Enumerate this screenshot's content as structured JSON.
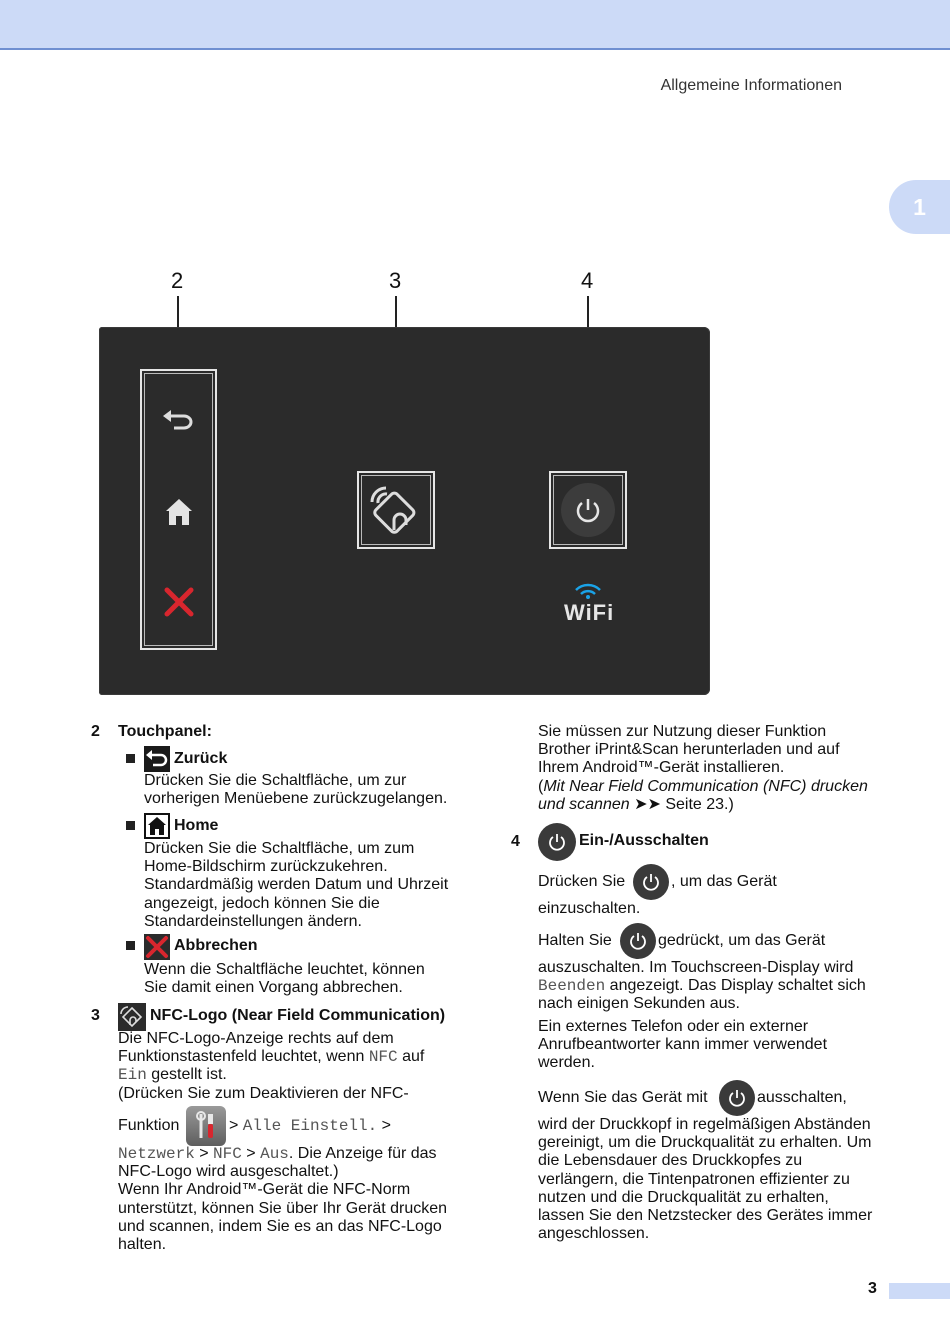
{
  "header": {
    "section_title": "Allgemeine Informationen",
    "chapter_number": "1"
  },
  "callouts": [
    "2",
    "3",
    "4"
  ],
  "panel": {
    "wifi_label": "WiFi"
  },
  "left": {
    "item2": {
      "number": "2",
      "title": "Touchpanel:",
      "items": [
        {
          "title": "Zurück",
          "lines": [
            "Drücken Sie die Schaltfläche, um zur",
            "vorherigen Menüebene zurückzugelangen."
          ]
        },
        {
          "title": "Home",
          "lines": [
            "Drücken Sie die Schaltfläche, um zum",
            "Home-Bildschirm zurückzukehren.",
            "Standardmäßig werden Datum und Uhrzeit",
            "angezeigt, jedoch können Sie die",
            "Standardeinstellungen ändern."
          ]
        },
        {
          "title": "Abbrechen",
          "lines": [
            "Wenn die Schaltfläche leuchtet, können",
            "Sie damit einen Vorgang abbrechen."
          ]
        }
      ]
    },
    "item3": {
      "number": "3",
      "title": "NFC-Logo (Near Field Communication)",
      "l1": "Die NFC-Logo-Anzeige rechts auf dem",
      "l2a": "Funktionstastenfeld leuchtet, wenn ",
      "l2b": "NFC",
      "l2c": " auf",
      "l3a": "Ein",
      "l3b": " gestellt ist.",
      "l4": "(Drücken Sie zum Deaktivieren der NFC-",
      "l5a": "Funktion ",
      "l5b": " > ",
      "l5c": "Alle Einstell.",
      "l5d": " >",
      "l6a": "Netzwerk",
      "l6b": " > ",
      "l6c": "NFC",
      "l6d": " > ",
      "l6e": "Aus",
      "l6f": ". Die Anzeige für das",
      "l7": "NFC-Logo wird ausgeschaltet.)",
      "l8": "Wenn Ihr Android™-Gerät die NFC-Norm",
      "l9": "unterstützt, können Sie über Ihr Gerät drucken",
      "l10": "und scannen, indem Sie es an das NFC-Logo",
      "l11": "halten."
    }
  },
  "right": {
    "p1": [
      "Sie müssen zur Nutzung dieser Funktion",
      "Brother iPrint&Scan herunterladen und auf",
      "Ihrem Android™-Gerät installieren."
    ],
    "ref_a": "(",
    "ref_b": "Mit Near Field Communication (NFC) drucken",
    "ref_c": "und scannen",
    "ref_d": " ➤➤ Seite 23.)",
    "item4": {
      "number": "4",
      "title": "Ein-/Ausschalten",
      "s1a": "Drücken Sie ",
      "s1b": ", um das Gerät",
      "s1c": "einzuschalten.",
      "s2a": "Halten Sie ",
      "s2b": " gedrückt, um das Gerät",
      "s2c": "auszuschalten. Im Touchscreen-Display wird",
      "s2d": "Beenden",
      "s2e": " angezeigt. Das Display schaltet sich",
      "s2f": "nach einigen Sekunden aus.",
      "s3": [
        "Ein externes Telefon oder ein externer",
        "Anrufbeantworter kann immer verwendet",
        "werden."
      ],
      "s4a": "Wenn Sie das Gerät mit ",
      "s4b": " ausschalten,",
      "s4rest": [
        "wird der Druckkopf in regelmäßigen Abständen",
        "gereinigt, um die Druckqualität zu erhalten. Um",
        "die Lebensdauer des Druckkopfes zu",
        "verlängern, die Tintenpatronen effizienter zu",
        "nutzen und die Druckqualität zu erhalten,",
        "lassen Sie den Netzstecker des Gerätes immer",
        "angeschlossen."
      ]
    }
  },
  "footer": {
    "page_number": "3"
  },
  "colors": {
    "band": "#ccdaf7",
    "band_line": "#6f8fd1",
    "panel": "#2b2b2b",
    "cancel_red": "#d8262e",
    "wifi_blue": "#1aa3e8"
  }
}
